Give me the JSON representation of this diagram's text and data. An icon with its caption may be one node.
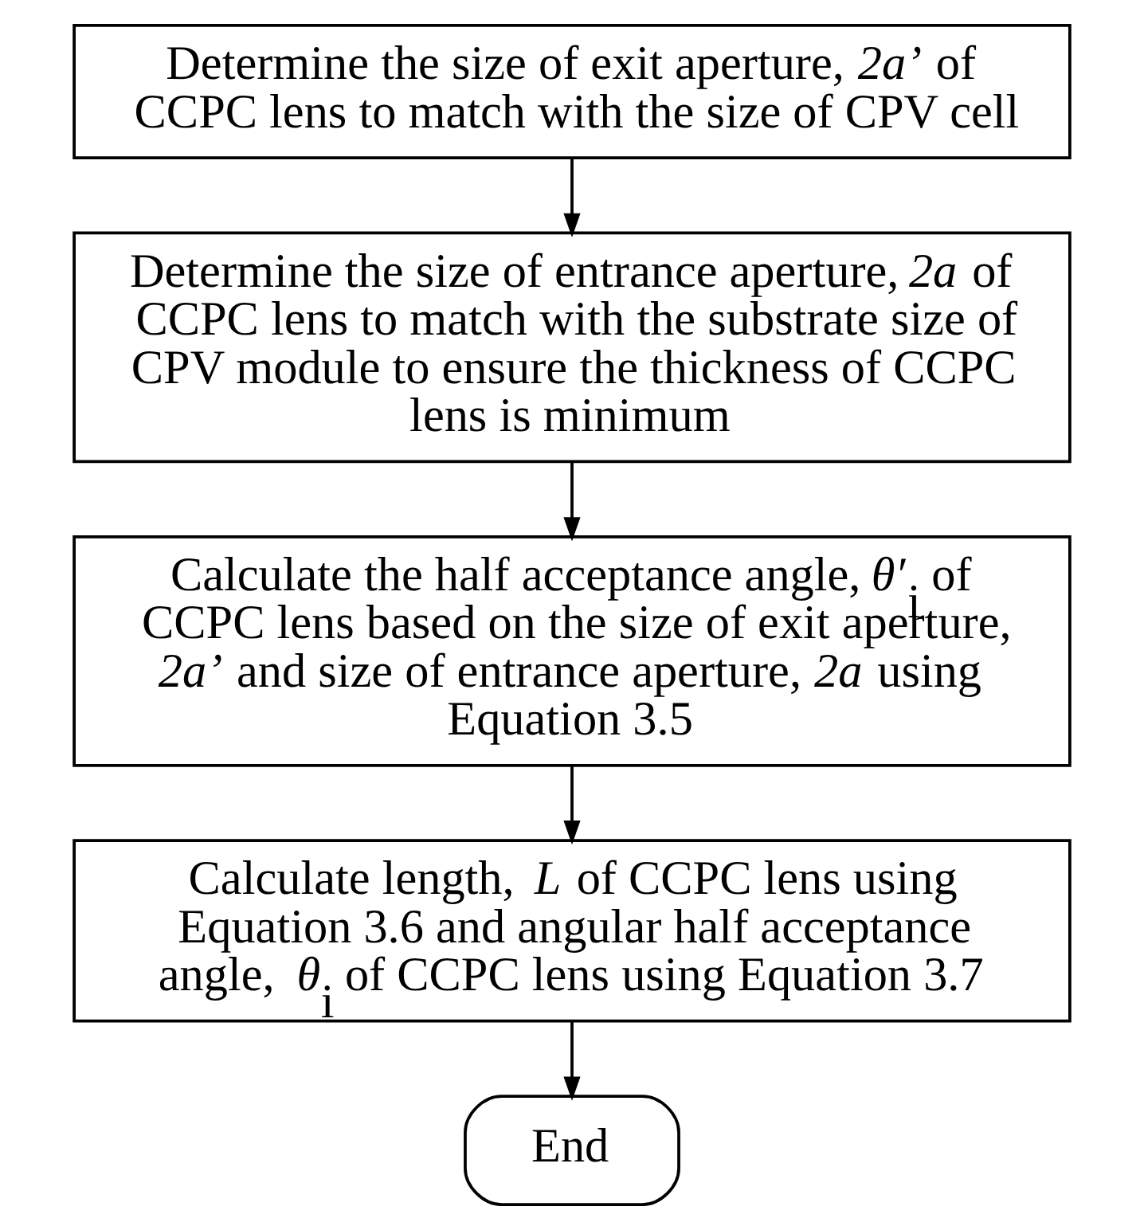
{
  "diagram": {
    "nodes": [
      {
        "text": [
          "Determine the size of exit aperture, *2a’* of CCPC lens to match with the size of CPV cell"
        ]
      },
      {
        "text": [
          "Determine the size of entrance aperture, *2a* of CCPC lens to match with the substrate size of CPV module to ensure the thickness of CCPC lens is minimum"
        ]
      },
      {
        "text": [
          "Calculate the half acceptance angle, *θ′*$_{i}$ of CCPC lens based on the size of exit aperture, *2a’* and size of entrance aperture, *2a* using Equation 3.5"
        ]
      },
      {
        "text": [
          "Calculate length, *L* of CCPC lens using Equation 3.6 and angular half acceptance angle, *θ*$_{i}$ of CCPC lens using Equation 3.7"
        ]
      },
      {
        "text": [
          "End"
        ]
      }
    ],
    "edges": [
      {
        "from": 0,
        "to": 1,
        "arrow": "to"
      },
      {
        "from": 1,
        "to": 2,
        "arrow": "to"
      },
      {
        "from": 2,
        "to": 3,
        "arrow": "to"
      },
      {
        "from": 3,
        "to": 4,
        "arrow": "to"
      }
    ]
  }
}
